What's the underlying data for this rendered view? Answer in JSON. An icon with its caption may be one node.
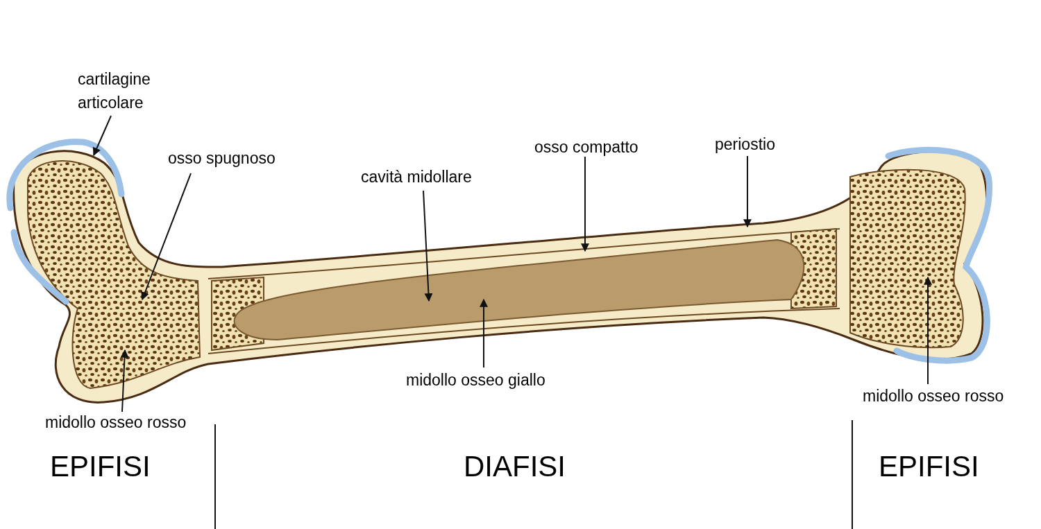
{
  "diagram": {
    "nodes": [
      {
        "text": [
          "cartilagine articolare"
        ]
      },
      {
        "text": [
          "osso spugnoso"
        ]
      },
      {
        "text": [
          "cavità midollare"
        ]
      },
      {
        "text": [
          "osso compatto"
        ]
      },
      {
        "text": [
          "periostio"
        ]
      },
      {
        "text": [
          "midollo osseo giallo"
        ]
      },
      {
        "text": [
          "midollo osseo rosso"
        ]
      },
      {
        "text": [
          "midollo osseo rosso"
        ]
      }
    ],
    "edges": [
      {
        "from": 0,
        "to": null,
        "arrow": "to"
      },
      {
        "from": 1,
        "to": null,
        "arrow": "to"
      },
      {
        "from": 2,
        "to": null,
        "arrow": "to"
      },
      {
        "from": 3,
        "to": null,
        "arrow": "to"
      },
      {
        "from": 4,
        "to": null,
        "arrow": "to"
      },
      {
        "from": 5,
        "to": null,
        "arrow": "to"
      },
      {
        "from": 6,
        "to": null,
        "arrow": "to"
      },
      {
        "from": 7,
        "to": null,
        "arrow": "to"
      }
    ],
    "labels": [
      "EPIFISI",
      "DIAFISI",
      "EPIFISI"
    ]
  }
}
